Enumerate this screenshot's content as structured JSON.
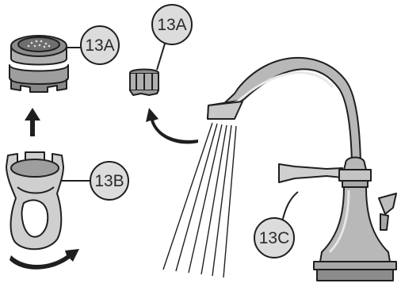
{
  "callouts": {
    "aerator_installed_label": "13A",
    "aerator_removed_label": "13A",
    "key_tool_label": "13B",
    "faucet_label": "13C"
  },
  "colors": {
    "outline": "#1f1f1f",
    "fill_light": "#d8d8d8",
    "fill_mid": "#b8b8b8",
    "fill_dark": "#8c8c8c",
    "callout_fill": "#dcdcdc"
  }
}
